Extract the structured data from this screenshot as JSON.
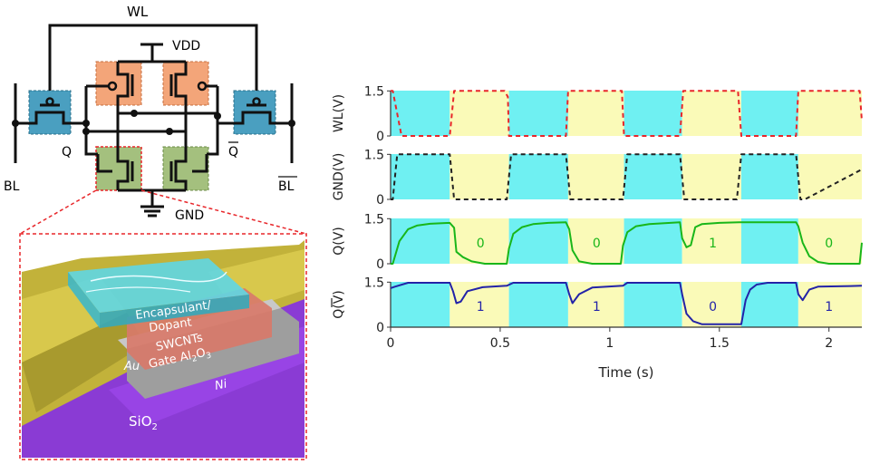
{
  "circuit": {
    "wl": "WL",
    "vdd": "VDD",
    "gnd": "GND",
    "q": "Q",
    "qbar": "Q",
    "bl": "BL",
    "blbar": "BL"
  },
  "device": {
    "encapsulant": "Encapsulant/",
    "dopant": "Dopant",
    "swcnts": "SWCNTs",
    "gate": "Gate Al",
    "gate_sub": "2",
    "gate_tail": "O",
    "gate_sub2": "3",
    "au": "Au",
    "ni": "Ni",
    "sio": "SiO",
    "sio_sub": "2"
  },
  "colors": {
    "cyan": "#6ff0f2",
    "yellow": "#fafab8",
    "red": "#e8262a",
    "black": "#222222",
    "green": "#19b619",
    "blue": "#2323a8",
    "access": "#4a9fc0",
    "pullup": "#f3a579",
    "pulldown": "#a4c07e"
  },
  "chart_data": {
    "type": "line",
    "xlabel": "Time (s)",
    "xlim": [
      0,
      2.15
    ],
    "xticks": [
      0,
      0.5,
      1,
      1.5,
      2
    ],
    "xtick_labels": [
      "0",
      "0.5",
      "1",
      "1.5",
      "2"
    ],
    "panels": [
      {
        "ylabel": "WL(V)",
        "ylim": [
          0,
          1.6
        ],
        "yticks": [
          "0",
          "1.5"
        ],
        "color": "#e8262a",
        "dashed": true,
        "x": [
          0,
          0.01,
          0.05,
          0.27,
          0.29,
          0.31,
          0.52,
          0.535,
          0.54,
          0.56,
          0.8,
          0.81,
          0.82,
          0.84,
          1.055,
          1.065,
          1.08,
          1.32,
          1.335,
          1.34,
          1.355,
          1.585,
          1.6,
          1.61,
          1.85,
          1.86,
          1.87,
          1.89,
          2.14,
          2.15
        ],
        "y": [
          1.5,
          1.5,
          0,
          0,
          1.5,
          1.5,
          1.5,
          1.3,
          0,
          0,
          0,
          1.5,
          1.5,
          1.5,
          1.5,
          0,
          0,
          0,
          1.5,
          1.5,
          1.5,
          1.5,
          0,
          0,
          0,
          1.5,
          1.5,
          1.5,
          1.5,
          0.5
        ],
        "labels": []
      },
      {
        "ylabel": "GND(V)",
        "ylim": [
          0,
          1.6
        ],
        "yticks": [
          "0",
          "1.5"
        ],
        "color": "#222222",
        "dashed": true,
        "x": [
          0,
          0.01,
          0.03,
          0.27,
          0.29,
          0.31,
          0.53,
          0.55,
          0.8,
          0.82,
          0.84,
          1.06,
          1.08,
          1.32,
          1.34,
          1.36,
          1.58,
          1.6,
          1.85,
          1.87,
          1.89,
          2.15
        ],
        "y": [
          0,
          0,
          1.5,
          1.5,
          0,
          0,
          0,
          1.5,
          1.5,
          0,
          0,
          0,
          1.5,
          1.5,
          0,
          0,
          0,
          1.5,
          1.5,
          0,
          0,
          1.0
        ],
        "labels": []
      },
      {
        "ylabel": "Q(V)",
        "ylim": [
          0,
          1.6
        ],
        "yticks": [
          "0",
          "1.5"
        ],
        "color": "#19b619",
        "dashed": false,
        "x": [
          0,
          0.01,
          0.04,
          0.08,
          0.12,
          0.18,
          0.27,
          0.29,
          0.3,
          0.33,
          0.37,
          0.43,
          0.53,
          0.54,
          0.56,
          0.6,
          0.65,
          0.72,
          0.8,
          0.815,
          0.83,
          0.86,
          0.92,
          1.05,
          1.06,
          1.08,
          1.12,
          1.18,
          1.32,
          1.33,
          1.35,
          1.37,
          1.39,
          1.42,
          1.5,
          1.59,
          1.85,
          1.86,
          1.88,
          1.91,
          1.95,
          2.0,
          2.14,
          2.15
        ],
        "y": [
          0,
          0,
          0.75,
          1.15,
          1.27,
          1.33,
          1.36,
          1.2,
          0.4,
          0.22,
          0.08,
          0,
          0,
          0.5,
          1.0,
          1.22,
          1.32,
          1.36,
          1.38,
          1.15,
          0.45,
          0.08,
          0,
          0,
          0.6,
          1.05,
          1.25,
          1.32,
          1.38,
          0.85,
          0.55,
          0.62,
          1.22,
          1.32,
          1.36,
          1.38,
          1.38,
          1.25,
          0.7,
          0.25,
          0.06,
          0,
          0,
          0.7
        ],
        "labels": [
          {
            "x": 0.41,
            "text": "0"
          },
          {
            "x": 0.94,
            "text": "0"
          },
          {
            "x": 1.47,
            "text": "1"
          },
          {
            "x": 2.0,
            "text": "0"
          }
        ]
      },
      {
        "ylabel": "Q(V)",
        "ylim": [
          0,
          1.6
        ],
        "yticks": [
          "0",
          "1.5"
        ],
        "color": "#2323a8",
        "dashed": false,
        "x": [
          0,
          0.02,
          0.08,
          0.27,
          0.285,
          0.3,
          0.32,
          0.35,
          0.42,
          0.53,
          0.56,
          0.8,
          0.815,
          0.83,
          0.86,
          0.92,
          1.06,
          1.08,
          1.32,
          1.33,
          1.35,
          1.38,
          1.42,
          1.6,
          1.62,
          1.64,
          1.67,
          1.72,
          1.85,
          1.86,
          1.88,
          1.91,
          1.95,
          2.1,
          2.15
        ],
        "y": [
          1.3,
          1.35,
          1.48,
          1.48,
          1.2,
          0.8,
          0.85,
          1.2,
          1.33,
          1.38,
          1.48,
          1.48,
          1.1,
          0.8,
          1.1,
          1.32,
          1.38,
          1.48,
          1.48,
          1.1,
          0.45,
          0.2,
          0.1,
          0.1,
          0.9,
          1.25,
          1.42,
          1.48,
          1.48,
          1.1,
          0.9,
          1.25,
          1.35,
          1.37,
          1.38
        ],
        "labels": [
          {
            "x": 0.41,
            "text": "1"
          },
          {
            "x": 0.94,
            "text": "1"
          },
          {
            "x": 1.47,
            "text": "0"
          },
          {
            "x": 2.0,
            "text": "1"
          }
        ]
      }
    ],
    "segments": [
      {
        "from": 0,
        "to": 0.27,
        "color": "#6ff0f2"
      },
      {
        "from": 0.27,
        "to": 0.54,
        "color": "#fafab8"
      },
      {
        "from": 0.54,
        "to": 0.81,
        "color": "#6ff0f2"
      },
      {
        "from": 0.81,
        "to": 1.065,
        "color": "#fafab8"
      },
      {
        "from": 1.065,
        "to": 1.33,
        "color": "#6ff0f2"
      },
      {
        "from": 1.33,
        "to": 1.6,
        "color": "#fafab8"
      },
      {
        "from": 1.6,
        "to": 1.86,
        "color": "#6ff0f2"
      },
      {
        "from": 1.86,
        "to": 2.15,
        "color": "#fafab8"
      }
    ]
  }
}
